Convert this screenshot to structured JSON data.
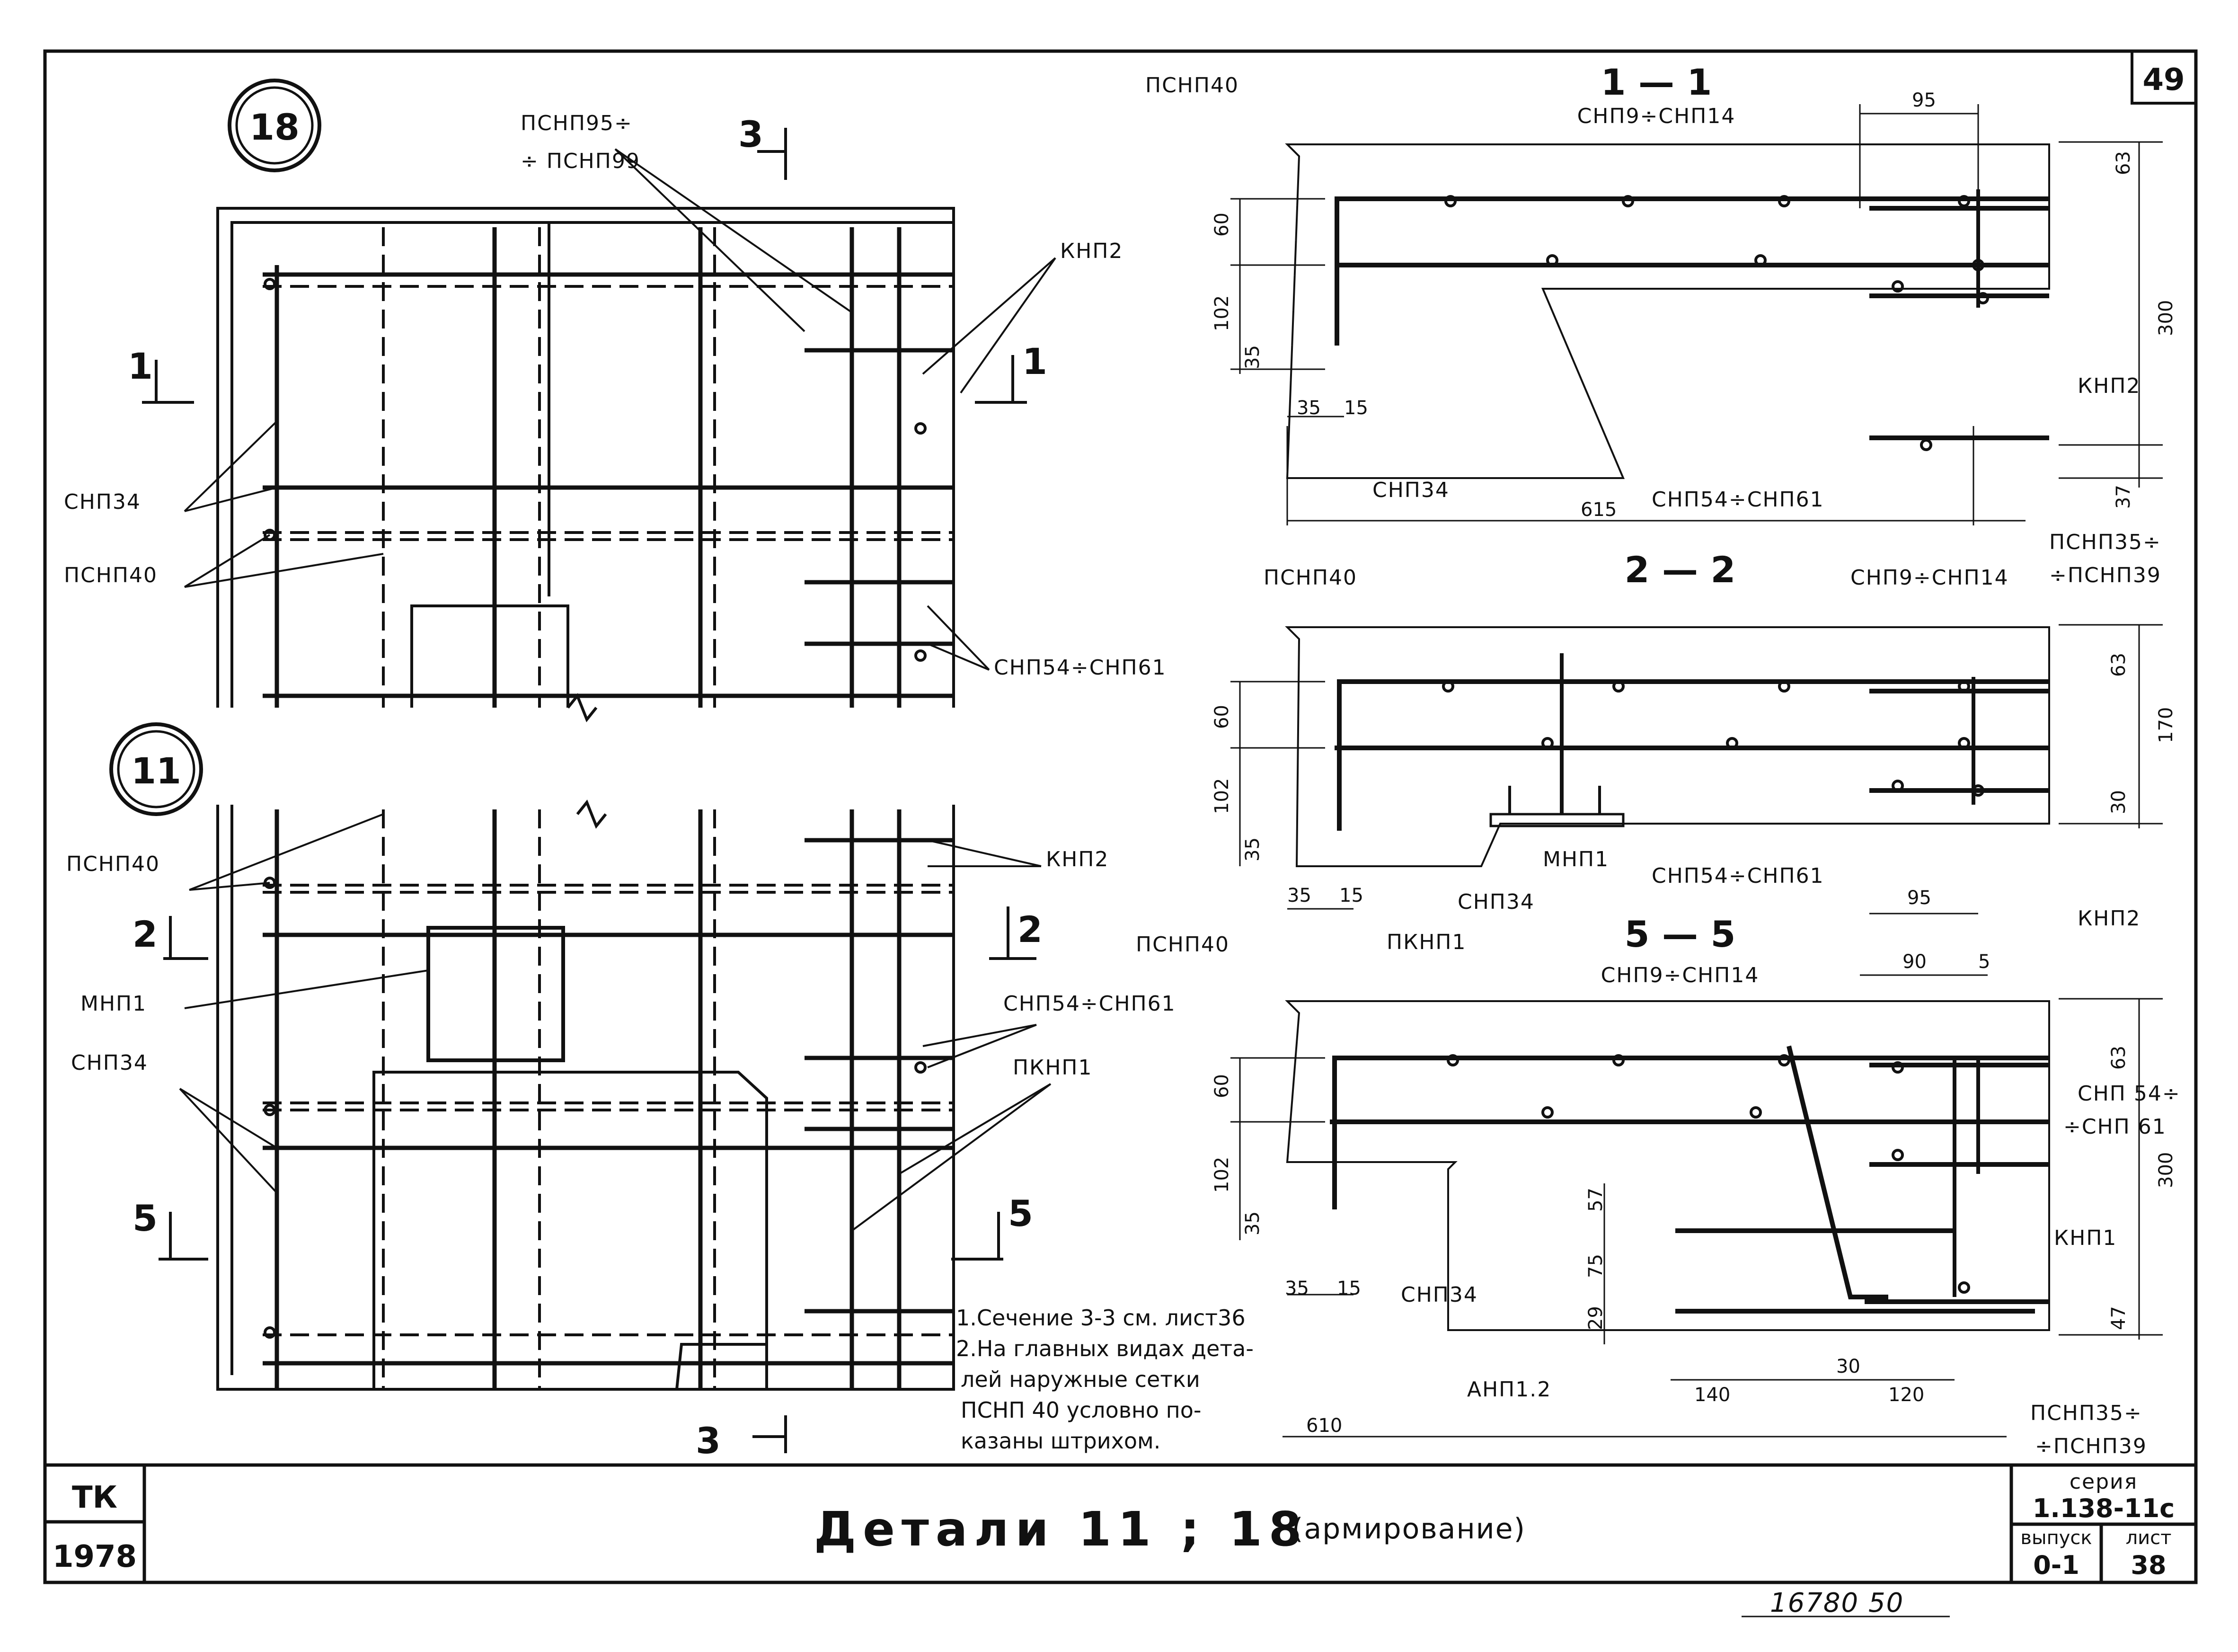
{
  "sheet_number": "49",
  "callouts": {
    "detail_18": "18",
    "detail_11": "11"
  },
  "labels": {
    "pcnp95_a": "ПСНП95÷",
    "pcnp95_b": "÷ ПСНП99",
    "knp2": "КНП2",
    "snp34": "СНП34",
    "pcnp40": "ПСНП40",
    "snp54": "СНП54÷СНП61",
    "mnp1": "МНП1",
    "pknp1": "ПКНП1",
    "anp12": "АНП1.2",
    "knp1": "КНП1",
    "snp9": "СНП9÷СНП14",
    "snp54_a": "СНП 54÷",
    "snp54_b": "÷СНП 61",
    "pcnp35_a": "ПСНП35÷",
    "pcnp35_b": "÷ПСНП39"
  },
  "section_marks": {
    "m1": "1",
    "m2": "2",
    "m3": "3",
    "m5": "5"
  },
  "section_titles": {
    "s11": "1 — 1",
    "s22": "2 — 2",
    "s55": "5 — 5"
  },
  "dims": {
    "d95": "95",
    "d63": "63",
    "d60": "60",
    "d102": "102",
    "d35": "35",
    "d15": "15",
    "d300": "300",
    "d37": "37",
    "d615": "615",
    "d170": "170",
    "d30": "30",
    "d90": "90",
    "d5": "5",
    "d57": "57",
    "d75": "75",
    "d29": "29",
    "d47": "47",
    "d140": "140",
    "d120": "120",
    "d610": "610"
  },
  "notes": {
    "n1": "1.Сечение 3-3 см. лист36",
    "n2": "2.На главных видах дета-",
    "n3": "лей наружные сетки",
    "n4": "ПСНП 40 условно по-",
    "n5": "казаны штрихом."
  },
  "title_block": {
    "org": "ТК",
    "year": "1978",
    "title": "Детали 11 ; 18",
    "subtitle": "(армирование)",
    "series_label": "серия",
    "series_value": "1.138-11с",
    "issue_label": "выпуск",
    "issue_value": "0-1",
    "sheet_label": "лист",
    "sheet_value": "38"
  },
  "footer_number": "16780  50"
}
